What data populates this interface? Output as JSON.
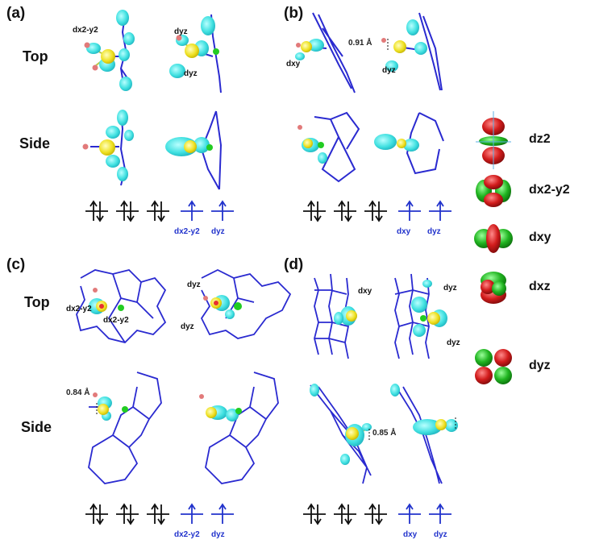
{
  "panels": {
    "a": {
      "label": "(a)",
      "row_top": "Top",
      "row_side": "Side",
      "annotations": [
        "dx2-y2",
        "dyz",
        "dyz"
      ],
      "spin_labels": [
        "dx2-y2",
        "dyz"
      ]
    },
    "b": {
      "label": "(b)",
      "annotations": [
        "dxy",
        "0.91 Å",
        "dyz"
      ],
      "spin_labels": [
        "dxy",
        "dyz"
      ]
    },
    "c": {
      "label": "(c)",
      "row_top": "Top",
      "row_side": "Side",
      "annotations": [
        "dx2-y2",
        "dx2-y2",
        "dyz",
        "dyz",
        "0.84 Å"
      ],
      "spin_labels": [
        "dx2-y2",
        "dyz"
      ]
    },
    "d": {
      "label": "(d)",
      "annotations": [
        "dxy",
        "dyz",
        "dyz",
        "0.85 Å"
      ],
      "spin_labels": [
        "dxy",
        "dyz"
      ]
    }
  },
  "legend": [
    "dz2",
    "dx2-y2",
    "dxy",
    "dxz",
    "dyz"
  ],
  "colors": {
    "bond": "#2a2ad0",
    "atom": "#3333cc",
    "isosurface": "#3fe0e0",
    "metal": "#e8e020",
    "spin": "#2233cc",
    "orbital_red": "#d21c1c",
    "orbital_green": "#21b521"
  }
}
